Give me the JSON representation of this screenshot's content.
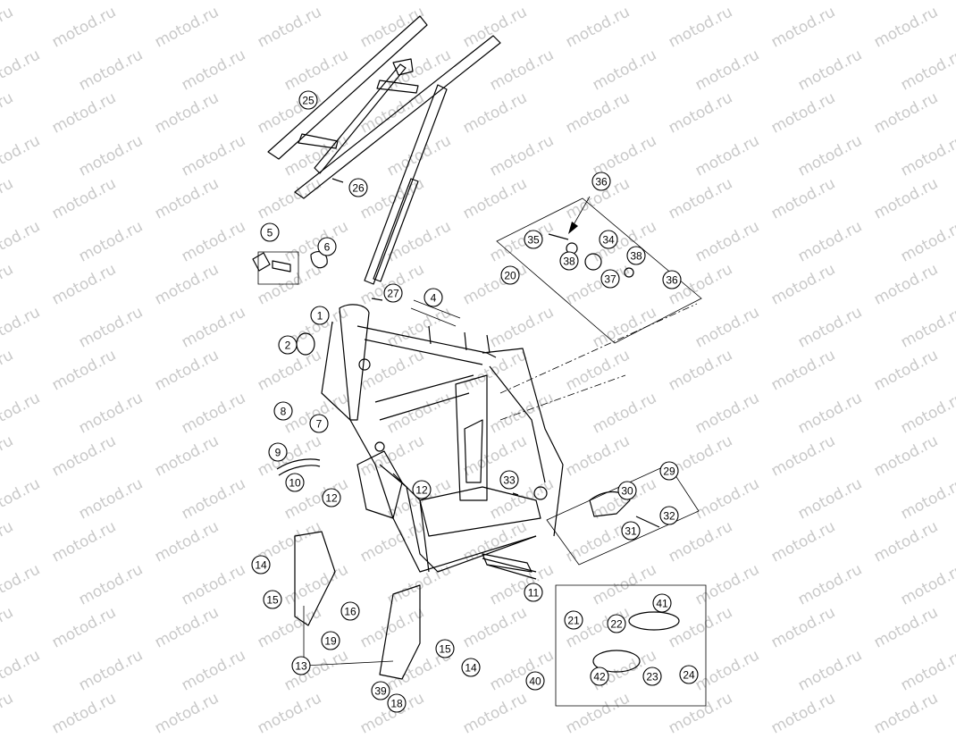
{
  "watermark": {
    "text": "motod.ru"
  },
  "callouts": [
    {
      "id": "c1",
      "label": "1"
    },
    {
      "id": "c2",
      "label": "2"
    },
    {
      "id": "c4",
      "label": "4"
    },
    {
      "id": "c5",
      "label": "5"
    },
    {
      "id": "c6",
      "label": "6"
    },
    {
      "id": "c7",
      "label": "7"
    },
    {
      "id": "c8",
      "label": "8"
    },
    {
      "id": "c9",
      "label": "9"
    },
    {
      "id": "c10",
      "label": "10"
    },
    {
      "id": "c11",
      "label": "11"
    },
    {
      "id": "c12a",
      "label": "12"
    },
    {
      "id": "c12b",
      "label": "12"
    },
    {
      "id": "c13",
      "label": "13"
    },
    {
      "id": "c14a",
      "label": "14"
    },
    {
      "id": "c14b",
      "label": "14"
    },
    {
      "id": "c15a",
      "label": "15"
    },
    {
      "id": "c15b",
      "label": "15"
    },
    {
      "id": "c16",
      "label": "16"
    },
    {
      "id": "c18",
      "label": "18"
    },
    {
      "id": "c19",
      "label": "19"
    },
    {
      "id": "c20",
      "label": "20"
    },
    {
      "id": "c21",
      "label": "21"
    },
    {
      "id": "c22",
      "label": "22"
    },
    {
      "id": "c23",
      "label": "23"
    },
    {
      "id": "c24",
      "label": "24"
    },
    {
      "id": "c25",
      "label": "25"
    },
    {
      "id": "c26",
      "label": "26"
    },
    {
      "id": "c27",
      "label": "27"
    },
    {
      "id": "c29",
      "label": "29"
    },
    {
      "id": "c30",
      "label": "30"
    },
    {
      "id": "c31",
      "label": "31"
    },
    {
      "id": "c32",
      "label": "32"
    },
    {
      "id": "c33",
      "label": "33"
    },
    {
      "id": "c34",
      "label": "34"
    },
    {
      "id": "c35",
      "label": "35"
    },
    {
      "id": "c36a",
      "label": "36"
    },
    {
      "id": "c36b",
      "label": "36"
    },
    {
      "id": "c37",
      "label": "37"
    },
    {
      "id": "c38a",
      "label": "38"
    },
    {
      "id": "c38b",
      "label": "38"
    },
    {
      "id": "c39",
      "label": "39"
    },
    {
      "id": "c40",
      "label": "40"
    },
    {
      "id": "c41",
      "label": "41"
    },
    {
      "id": "c42",
      "label": "42"
    }
  ]
}
